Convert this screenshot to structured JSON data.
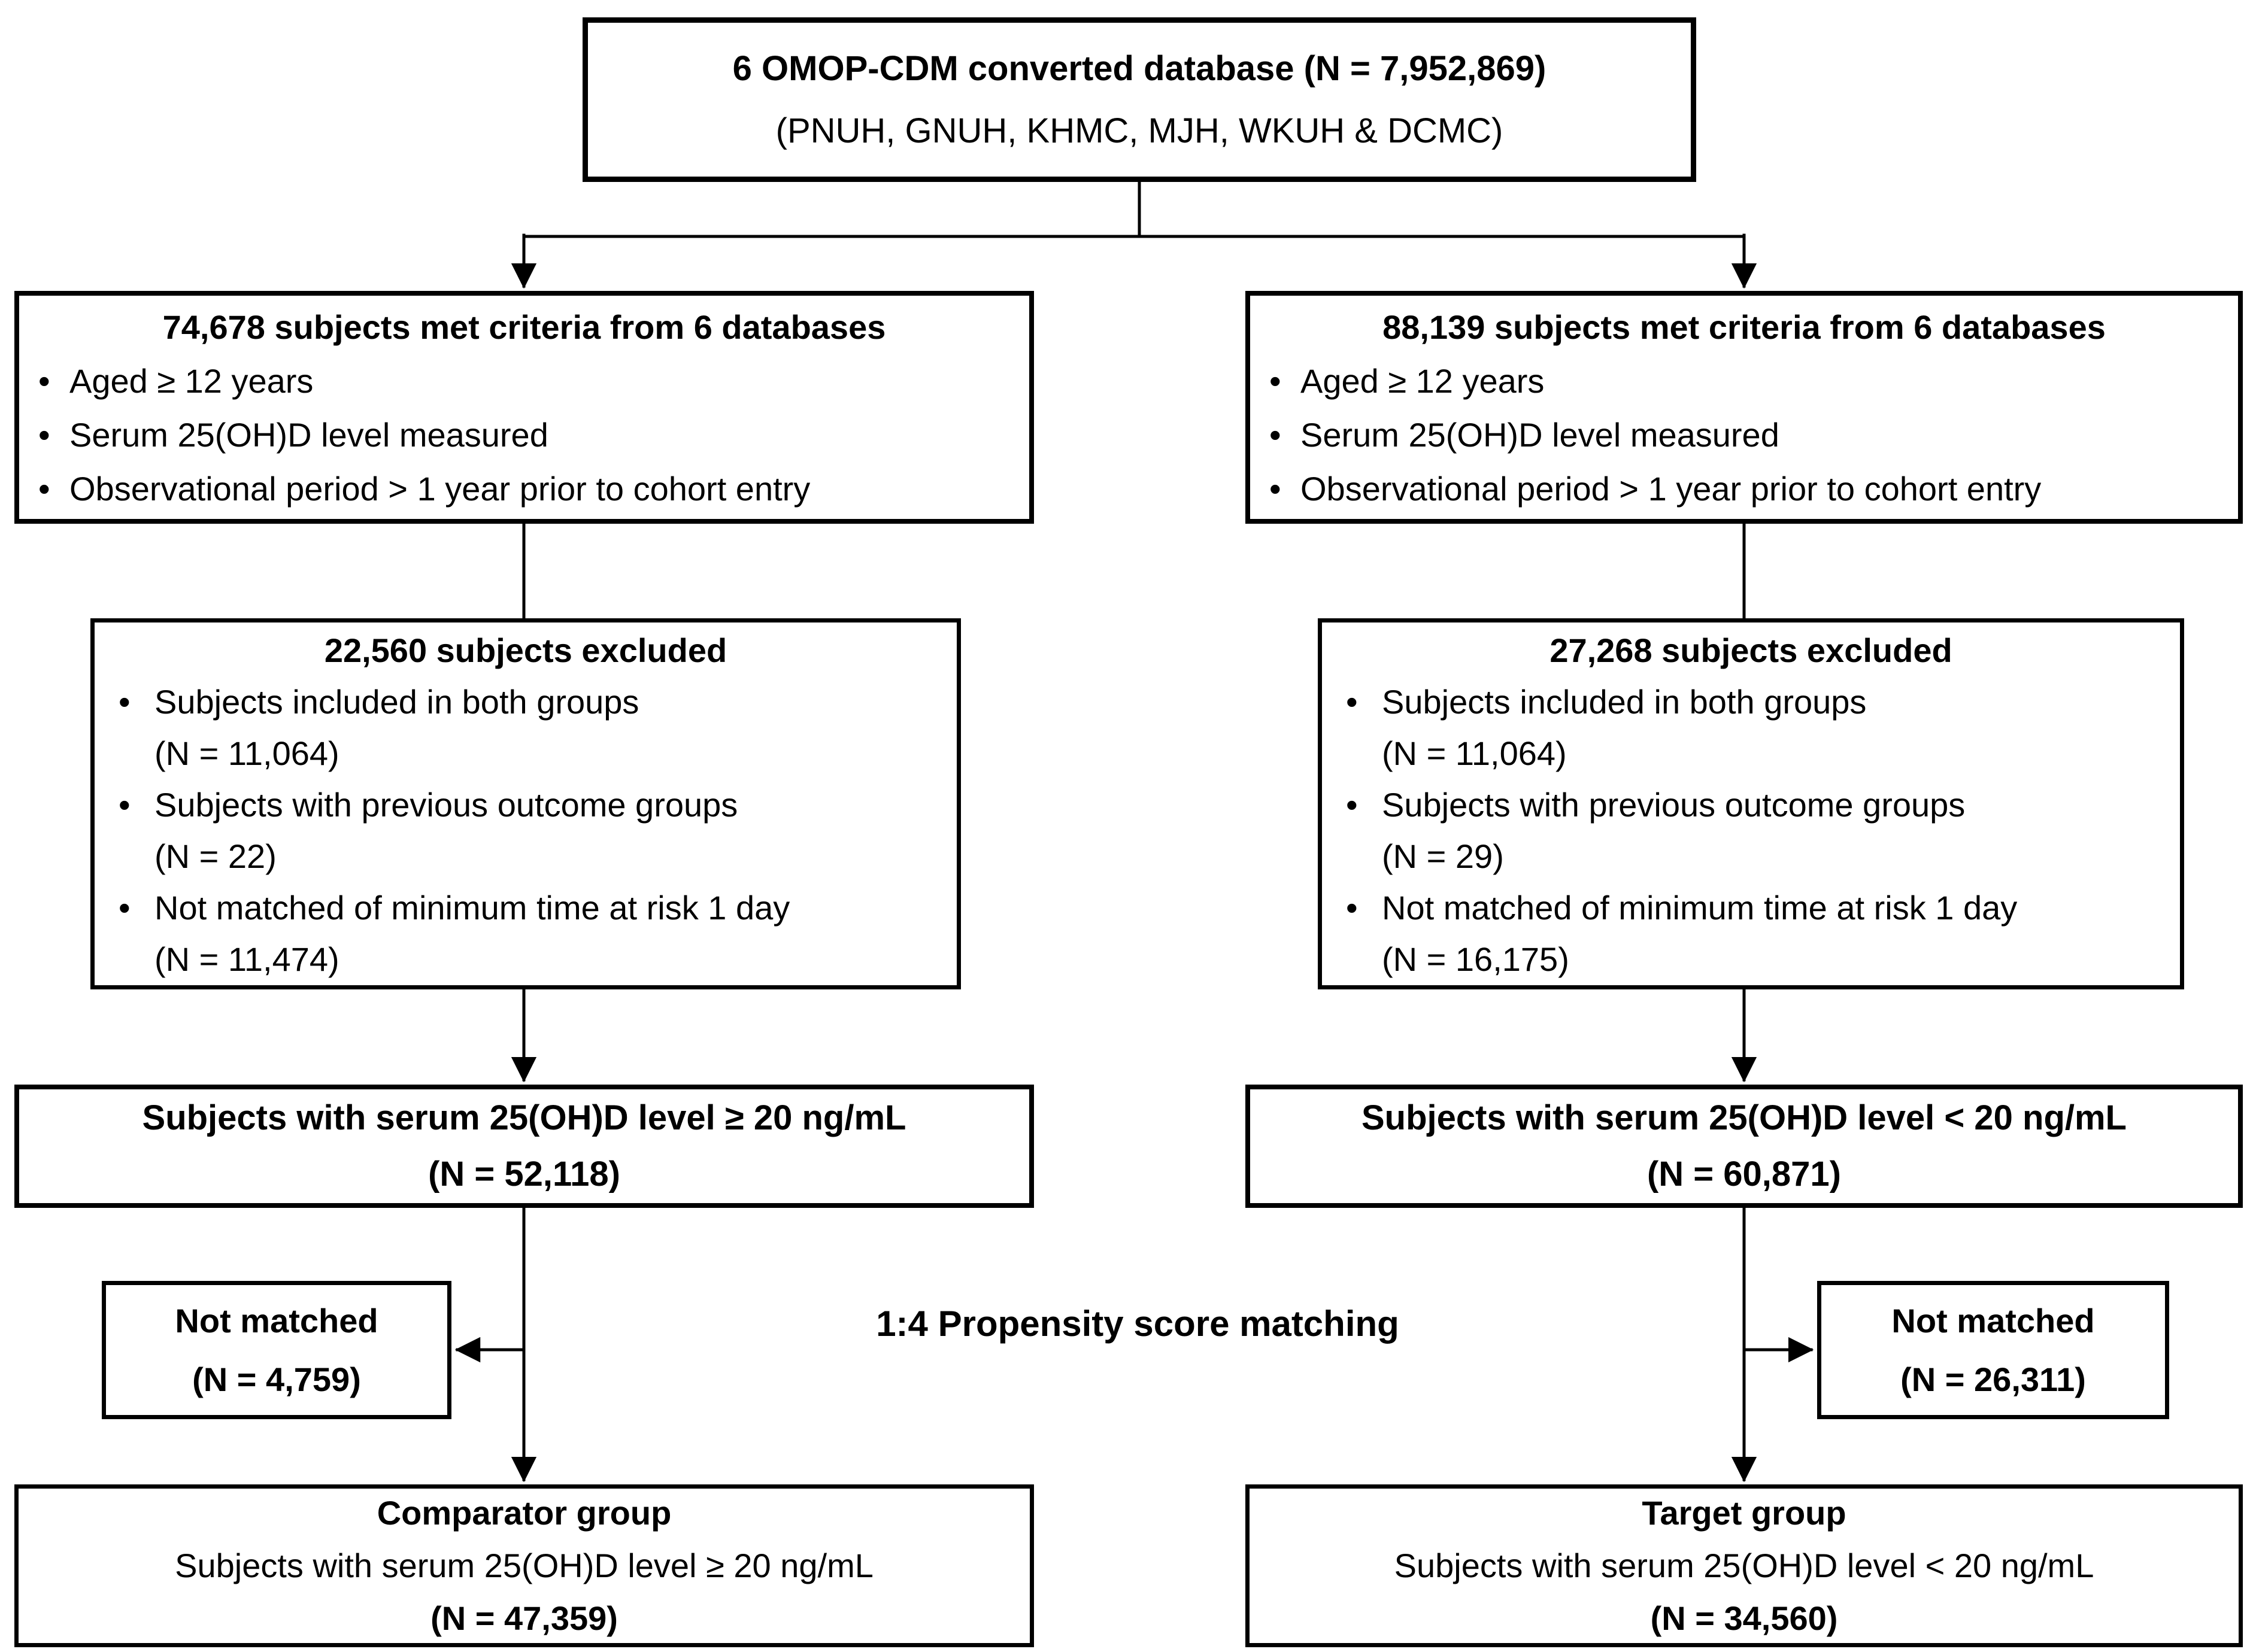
{
  "glyphs": {
    "bullet": "•"
  },
  "flow": {
    "title_box": {
      "line1": "6 OMOP-CDM converted database (N = 7,952,869)",
      "line2": "(PNUH, GNUH, KHMC, MJH, WKUH & DCMC)"
    },
    "matching_label": "1:4 Propensity score matching",
    "left": {
      "criteria": {
        "heading": "74,678 subjects met criteria from 6 databases",
        "bullets": [
          "Aged ≥ 12 years",
          "Serum 25(OH)D level measured",
          "Observational period > 1 year prior to cohort entry"
        ]
      },
      "excluded": {
        "heading": "22,560 subjects excluded",
        "items": [
          {
            "text": "Subjects included in both groups",
            "n": "(N = 11,064)"
          },
          {
            "text": "Subjects with previous outcome groups",
            "n": "(N = 22)"
          },
          {
            "text": "Not matched of minimum time at risk 1 day",
            "n": "(N = 11,474)"
          }
        ]
      },
      "serum": {
        "line1": "Subjects with serum 25(OH)D level ≥ 20 ng/mL",
        "line2": "(N = 52,118)"
      },
      "not_matched": {
        "line1": "Not matched",
        "line2": "(N = 4,759)"
      },
      "group": {
        "name": "Comparator group",
        "desc": "Subjects with serum 25(OH)D level ≥ 20 ng/mL",
        "n": "(N = 47,359)"
      }
    },
    "right": {
      "criteria": {
        "heading": "88,139 subjects met criteria from 6 databases",
        "bullets": [
          "Aged ≥ 12 years",
          "Serum 25(OH)D level measured",
          "Observational period > 1 year prior to cohort entry"
        ]
      },
      "excluded": {
        "heading": "27,268 subjects excluded",
        "items": [
          {
            "text": "Subjects included in both groups",
            "n": "(N = 11,064)"
          },
          {
            "text": "Subjects with previous outcome groups",
            "n": "(N = 29)"
          },
          {
            "text": "Not matched of minimum time at risk 1 day",
            "n": "(N = 16,175)"
          }
        ]
      },
      "serum": {
        "line1": "Subjects with serum 25(OH)D level < 20 ng/mL",
        "line2": "(N = 60,871)"
      },
      "not_matched": {
        "line1": "Not matched",
        "line2": "(N = 26,311)"
      },
      "group": {
        "name": "Target group",
        "desc": "Subjects with serum 25(OH)D level < 20 ng/mL",
        "n": "(N = 34,560)"
      }
    }
  }
}
